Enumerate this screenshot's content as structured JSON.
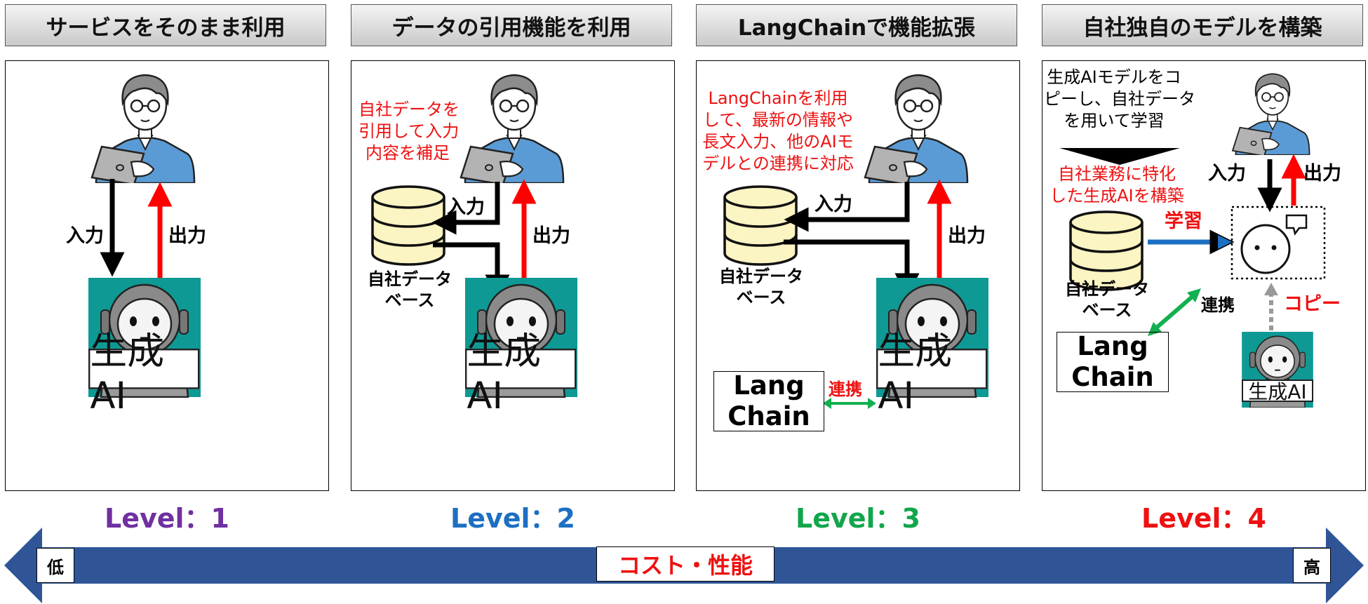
{
  "levels": [
    {
      "title": "サービスをそのまま利用",
      "level": "Level：1",
      "color": "#7030a0",
      "input": "入力",
      "output": "出力",
      "ai": "生成AI"
    },
    {
      "title": "データの引用機能を利用",
      "level": "Level：2",
      "color": "#1d6fc1",
      "note": [
        "自社データを",
        "引用して入力",
        "内容を補足"
      ],
      "input": "入力",
      "output": "出力",
      "db": [
        "自社データ",
        "ベース"
      ],
      "ai": "生成AI"
    },
    {
      "title": "LangChainで機能拡張",
      "level": "Level：3",
      "color": "#12a64c",
      "note": [
        "LangChainを利用",
        "して、最新の情報や",
        "長文入力、他のAIモ",
        "デルとの連携に対応"
      ],
      "input": "入力",
      "output": "出力",
      "db": [
        "自社データ",
        "ベース"
      ],
      "langchain": [
        "Lang",
        "Chain"
      ],
      "link": "連携",
      "ai": "生成AI"
    },
    {
      "title": "自社独自のモデルを構築",
      "level": "Level：4",
      "color": "#ee1111",
      "note_top": [
        "生成AIモデルをコ",
        "ピーし、自社データ",
        "を用いて学習"
      ],
      "note_red": [
        "自社業務に特化",
        "した生成AIを構築"
      ],
      "input": "入力",
      "output": "出力",
      "learn": "学習",
      "db": [
        "自社データ",
        "ベース"
      ],
      "langchain": [
        "Lang",
        "Chain"
      ],
      "link": "連携",
      "copy": "コピー",
      "ai": "生成AI"
    }
  ],
  "bar": {
    "label": "コスト・性能",
    "low": "低",
    "high": "高",
    "color": "#2f5597"
  }
}
